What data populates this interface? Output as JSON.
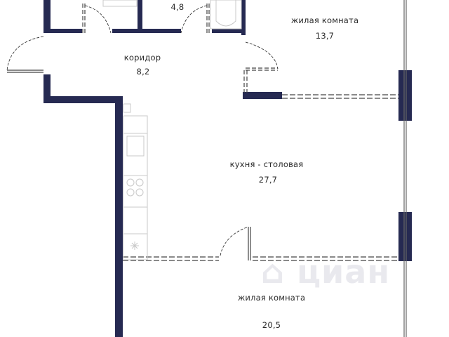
{
  "colors": {
    "wall": "#262a52",
    "line": "#333333",
    "fixture": "#c8c8c8",
    "watermark": "#ebebef"
  },
  "watermark": "циан",
  "rooms": [
    {
      "name": "",
      "area": "4,8"
    },
    {
      "name": "жилая комната",
      "area": "13,7"
    },
    {
      "name": "коридор",
      "area": "8,2"
    },
    {
      "name": "кухня - столовая",
      "area": "27,7"
    },
    {
      "name": "жилая комната",
      "area": "20,5"
    }
  ]
}
